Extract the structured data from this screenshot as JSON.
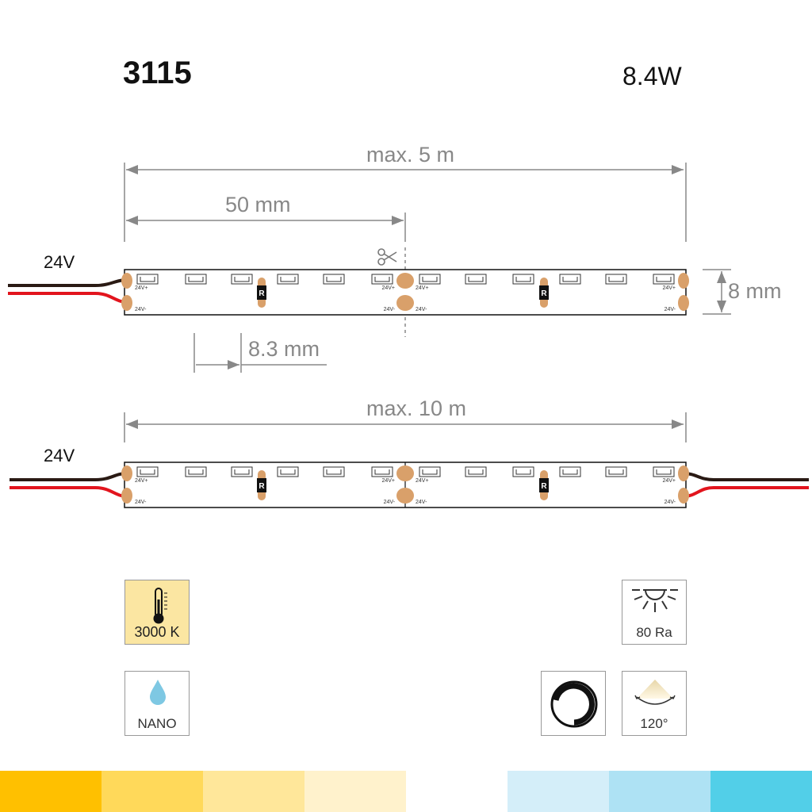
{
  "header": {
    "model": "3115",
    "power": "8.4W"
  },
  "dimensions": {
    "max_run_single": "max. 5 m",
    "segment_length": "50 mm",
    "width": "8 mm",
    "led_pitch": "8.3 mm",
    "max_run_double": "max. 10 m"
  },
  "strip": {
    "voltage_label": "24V",
    "pad_plus": "24V+",
    "pad_minus": "24V-",
    "resistor": "R"
  },
  "specs": {
    "color_temp": "3000 K",
    "cri": "80 Ra",
    "protection": "NANO",
    "beam_angle": "120°"
  },
  "icons": [
    "thermometer-icon",
    "sun-icon",
    "water-drop-icon",
    "dimmer-icon",
    "beam-angle-icon",
    "scissors-icon"
  ],
  "color_band": [
    "#ffc000",
    "#ffd95a",
    "#ffe79a",
    "#fff2cc",
    "#ffffff",
    "#d4eef9",
    "#aee2f4",
    "#52cfe8"
  ]
}
